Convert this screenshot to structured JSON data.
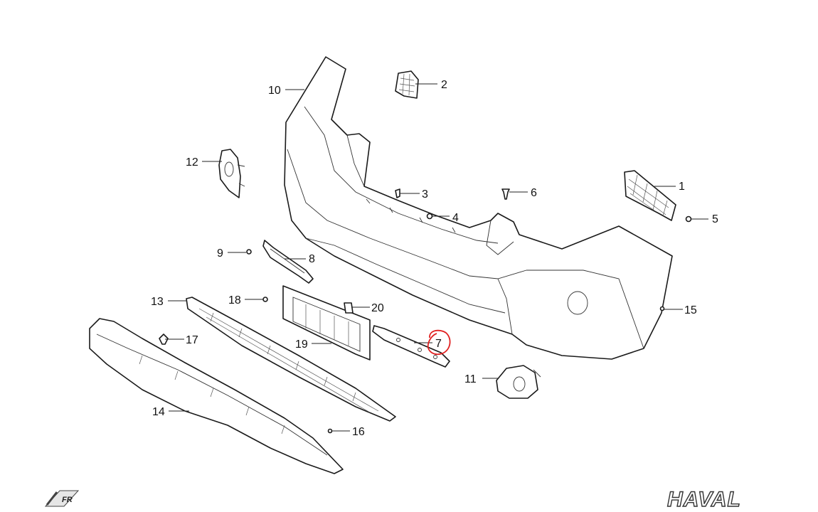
{
  "diagram": {
    "callouts": [
      {
        "id": "1",
        "label": "1"
      },
      {
        "id": "2",
        "label": "2"
      },
      {
        "id": "3",
        "label": "3"
      },
      {
        "id": "4",
        "label": "4"
      },
      {
        "id": "5",
        "label": "5"
      },
      {
        "id": "6",
        "label": "6"
      },
      {
        "id": "7",
        "label": "7",
        "highlighted": true
      },
      {
        "id": "8",
        "label": "8"
      },
      {
        "id": "9",
        "label": "9"
      },
      {
        "id": "10",
        "label": "10"
      },
      {
        "id": "11",
        "label": "11"
      },
      {
        "id": "12",
        "label": "12"
      },
      {
        "id": "13",
        "label": "13"
      },
      {
        "id": "14",
        "label": "14"
      },
      {
        "id": "15",
        "label": "15"
      },
      {
        "id": "16",
        "label": "16"
      },
      {
        "id": "17",
        "label": "17"
      },
      {
        "id": "18",
        "label": "18"
      },
      {
        "id": "19",
        "label": "19"
      },
      {
        "id": "20",
        "label": "20"
      }
    ],
    "highlight_color": "#e02020",
    "direction_marker": "FR",
    "brand_logo": "HAVAL"
  }
}
